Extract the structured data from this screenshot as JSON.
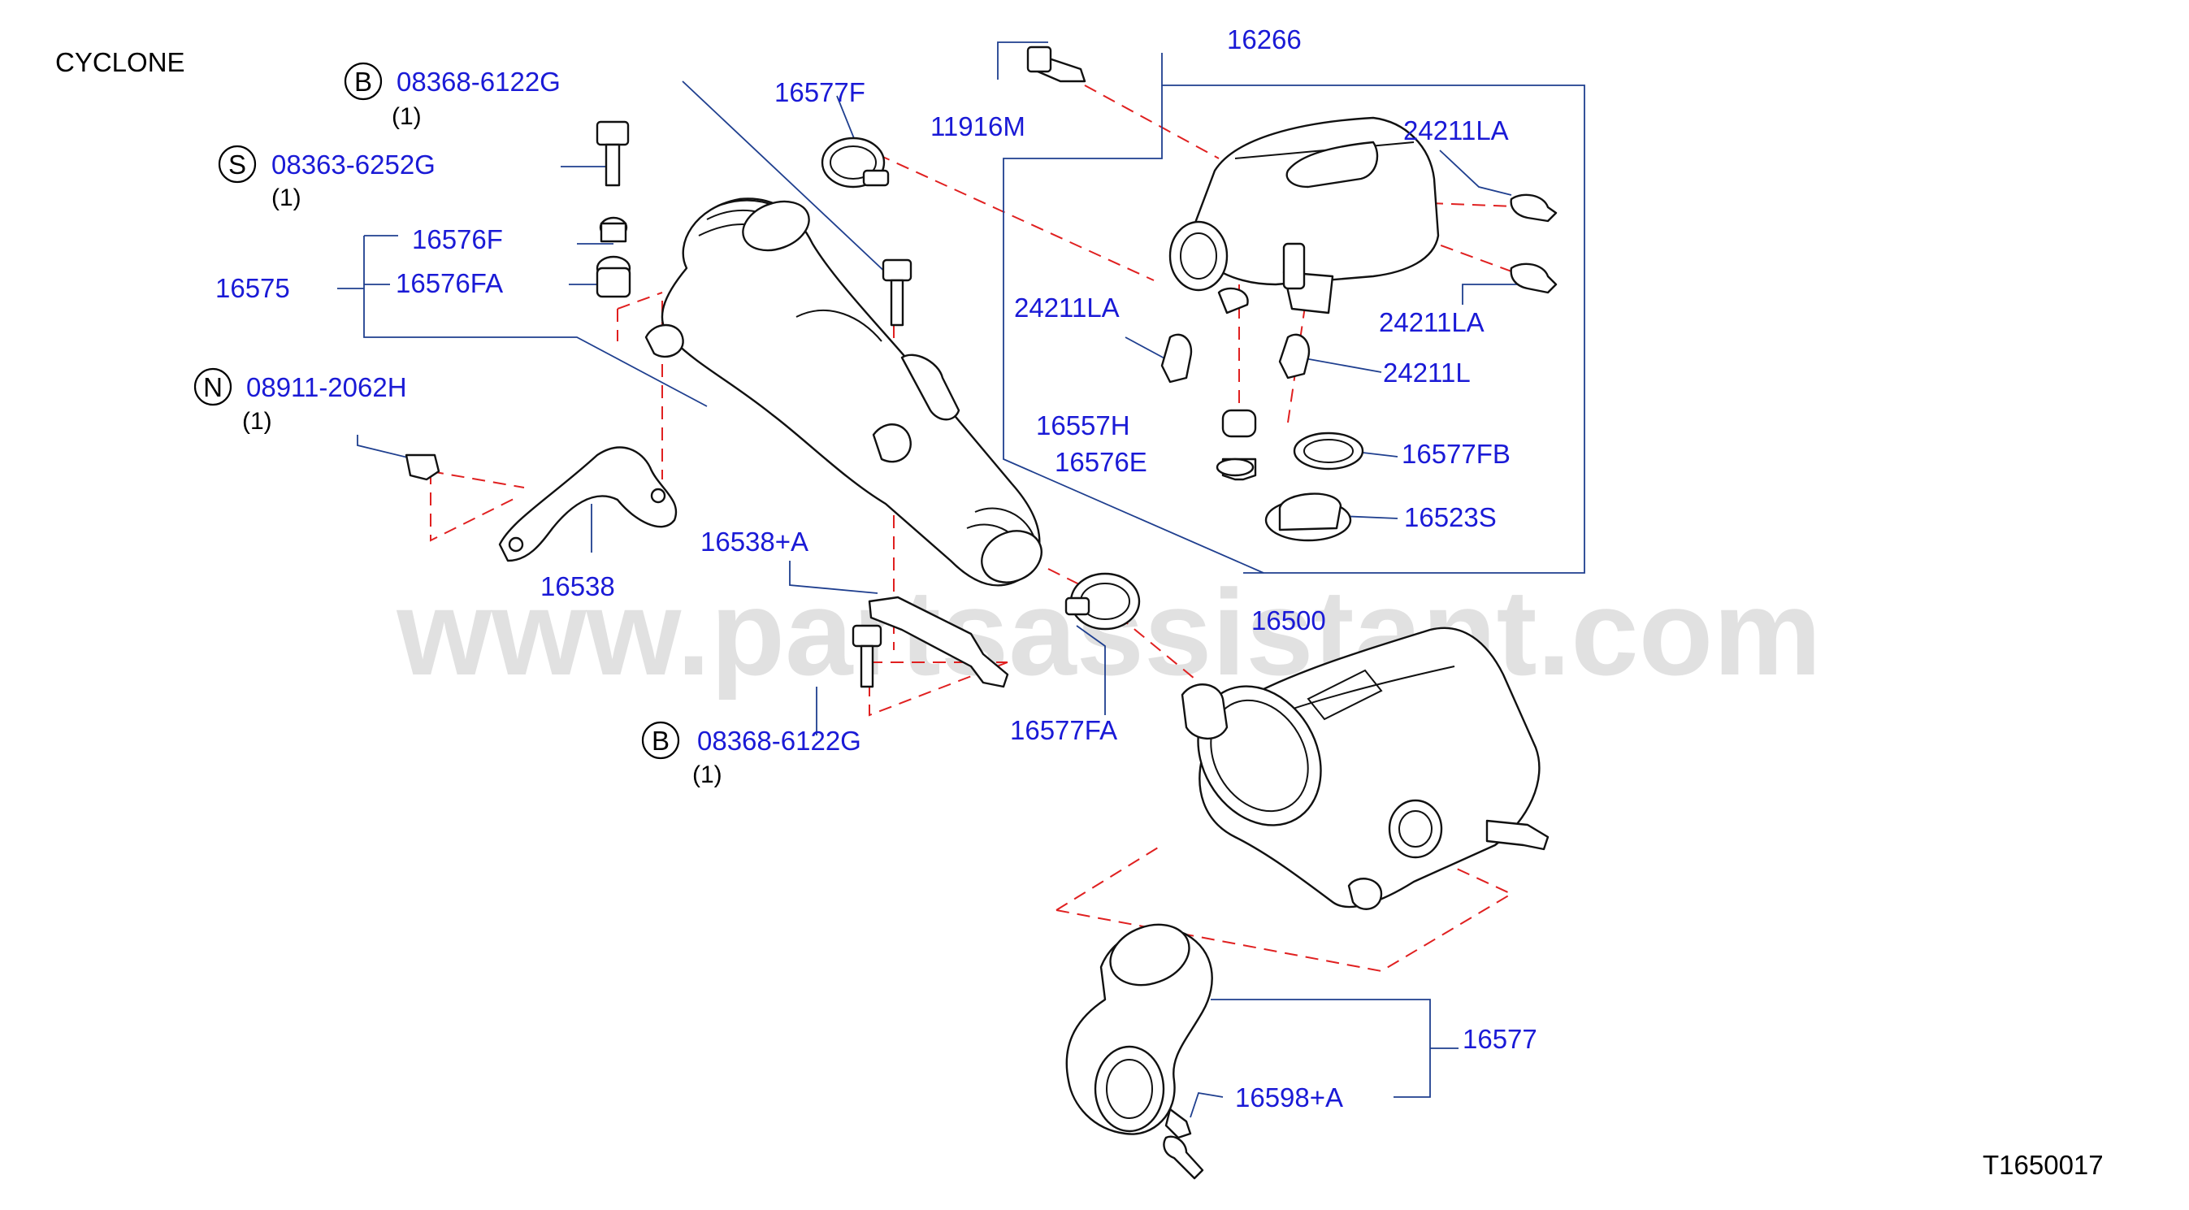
{
  "diagram": {
    "variant_label": "CYCLONE",
    "drawing_code": "T1650017",
    "watermark": "www.partsassistant.com",
    "colors": {
      "part_number": "#1a1ad6",
      "leader_line": "#1f3f8f",
      "dashed_connector": "#e02020",
      "outline": "#111111"
    },
    "fasteners": [
      {
        "symbol": "B",
        "part_no": "08368-6122G",
        "qty": "(1)"
      },
      {
        "symbol": "S",
        "part_no": "08363-6252G",
        "qty": "(1)"
      },
      {
        "symbol": "N",
        "part_no": "08911-2062H",
        "qty": "(1)"
      },
      {
        "symbol": "B",
        "part_no": "08368-6122G",
        "qty": "(1)"
      }
    ],
    "labels": {
      "p16575": "16575",
      "p16576F": "16576F",
      "p16576FA": "16576FA",
      "p16577F": "16577F",
      "p11916M": "11916M",
      "p16266": "16266",
      "p24211LA_a": "24211LA",
      "p24211LA_b": "24211LA",
      "p24211LA_c": "24211LA",
      "p24211L": "24211L",
      "p16557H": "16557H",
      "p16576E": "16576E",
      "p16577FB": "16577FB",
      "p16523S": "16523S",
      "p16538": "16538",
      "p16538A": "16538+A",
      "p16500": "16500",
      "p16577FA": "16577FA",
      "p16577": "16577",
      "p16598A": "16598+A"
    }
  }
}
